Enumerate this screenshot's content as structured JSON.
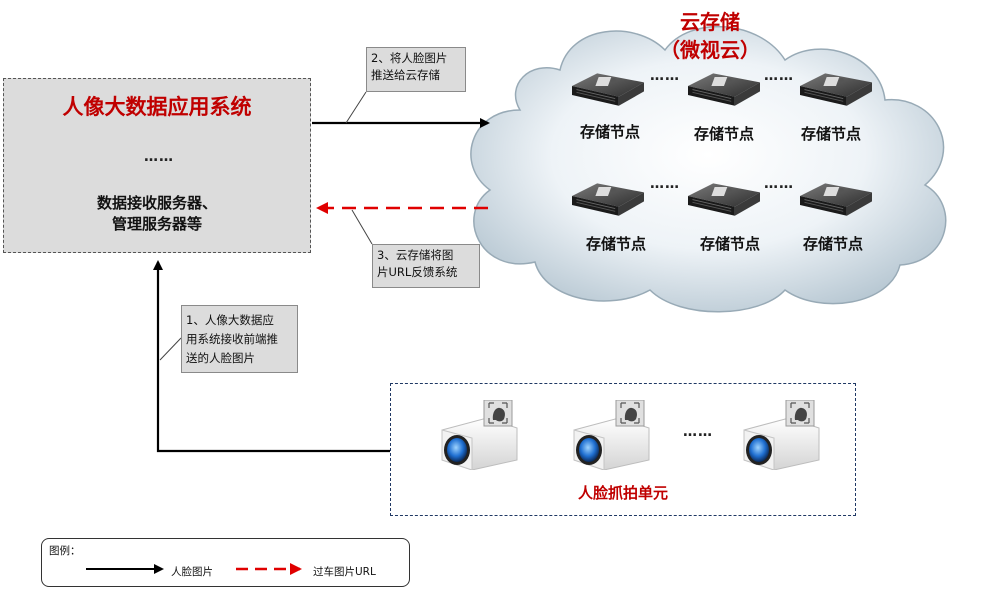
{
  "app_system": {
    "title": "人像大数据应用系统",
    "servers_label_line1": "数据接收服务器、",
    "servers_label_line2": "管理服务器等",
    "dots": "……"
  },
  "cloud": {
    "title_line1": "云存储",
    "title_line2": "（微视云）",
    "node_label": "存储节点",
    "nodes": [
      "存储节点",
      "存储节点",
      "存储节点",
      "存储节点",
      "存储节点",
      "存储节点"
    ],
    "dots": "……"
  },
  "callouts": {
    "step1_line1": "1、人像大数据应",
    "step1_line2": "用系统接收前端推",
    "step1_line3": "送的人脸图片",
    "step2_line1": "2、将人脸图片",
    "step2_line2": "推送给云存储",
    "step3_line1": "3、云存储将图",
    "step3_line2": "片URL反馈系统"
  },
  "capture_unit": {
    "label": "人脸抓拍单元",
    "dots": "……"
  },
  "legend": {
    "title": "图例：",
    "solid_label": "人脸图片",
    "dashed_label": "过车图片URL"
  },
  "colors": {
    "accent_red": "#c00000",
    "arrow_red": "#e00000",
    "arrow_black": "#000000",
    "box_gray": "#dcdcdc",
    "camera_box_border": "#1f3864"
  }
}
